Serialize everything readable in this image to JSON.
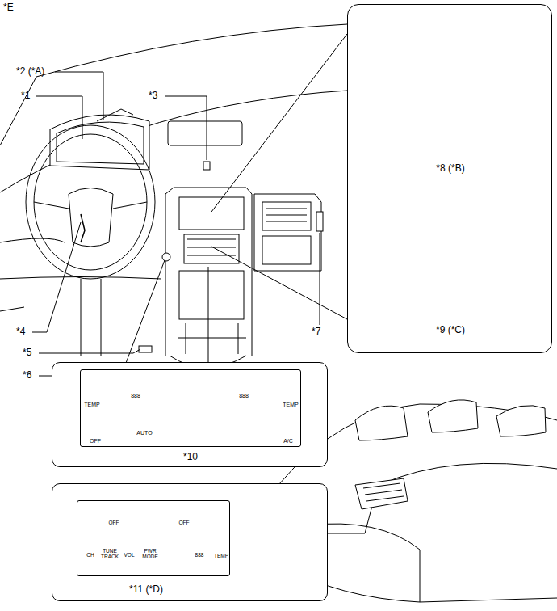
{
  "diagram": {
    "nodes": [
      {
        "text": [
          "*8 (*B)",
          "*9 (*C)"
        ]
      },
      {
        "text": [
          "*10"
        ]
      },
      {
        "text": [
          "TEMP",
          "888",
          "888",
          "TEMP",
          "AUTO",
          "OFF",
          "A/C"
        ],
        "in": 1
      },
      {
        "text": [
          "*11 (*D)"
        ]
      },
      {
        "text": [
          "OFF",
          "OFF",
          "CH",
          "TUNE TRACK",
          "VOL",
          "PWR MODE",
          "888",
          "TEMP"
        ],
        "in": 3
      }
    ],
    "labels": [
      "*E",
      "*2 (*A)",
      "*1",
      "*3",
      "*4",
      "*5",
      "*6",
      "*7"
    ]
  }
}
